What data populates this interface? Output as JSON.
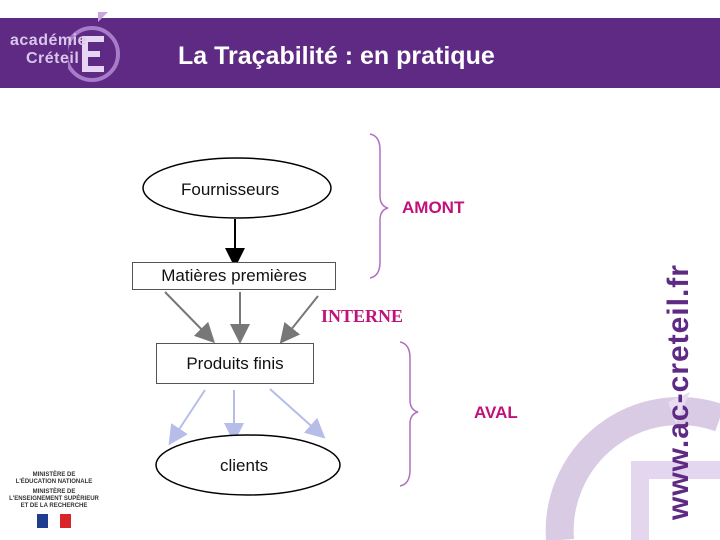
{
  "header": {
    "title": "La Traçabilité : en pratique",
    "logo": {
      "line1": "académie",
      "line2": "Créteil",
      "letter": "É",
      "icon": "academie-logo-icon"
    },
    "background_color": "#5e2a84"
  },
  "diagram": {
    "fournisseurs": "Fournisseurs",
    "matieres": "Matières premières",
    "produits": "Produits finis",
    "clients": "clients",
    "amont": "AMONT",
    "interne": "INTERNE",
    "aval": "AVAL",
    "label_color": "#c0127a"
  },
  "footer": {
    "ministry_lines": [
      "MINISTÈRE DE",
      "L'ÉDUCATION NATIONALE",
      "MINISTÈRE DE",
      "L'ENSEIGNEMENT SUPÉRIEUR",
      "ET DE LA RECHERCHE"
    ],
    "url": "www.ac-creteil.fr"
  }
}
